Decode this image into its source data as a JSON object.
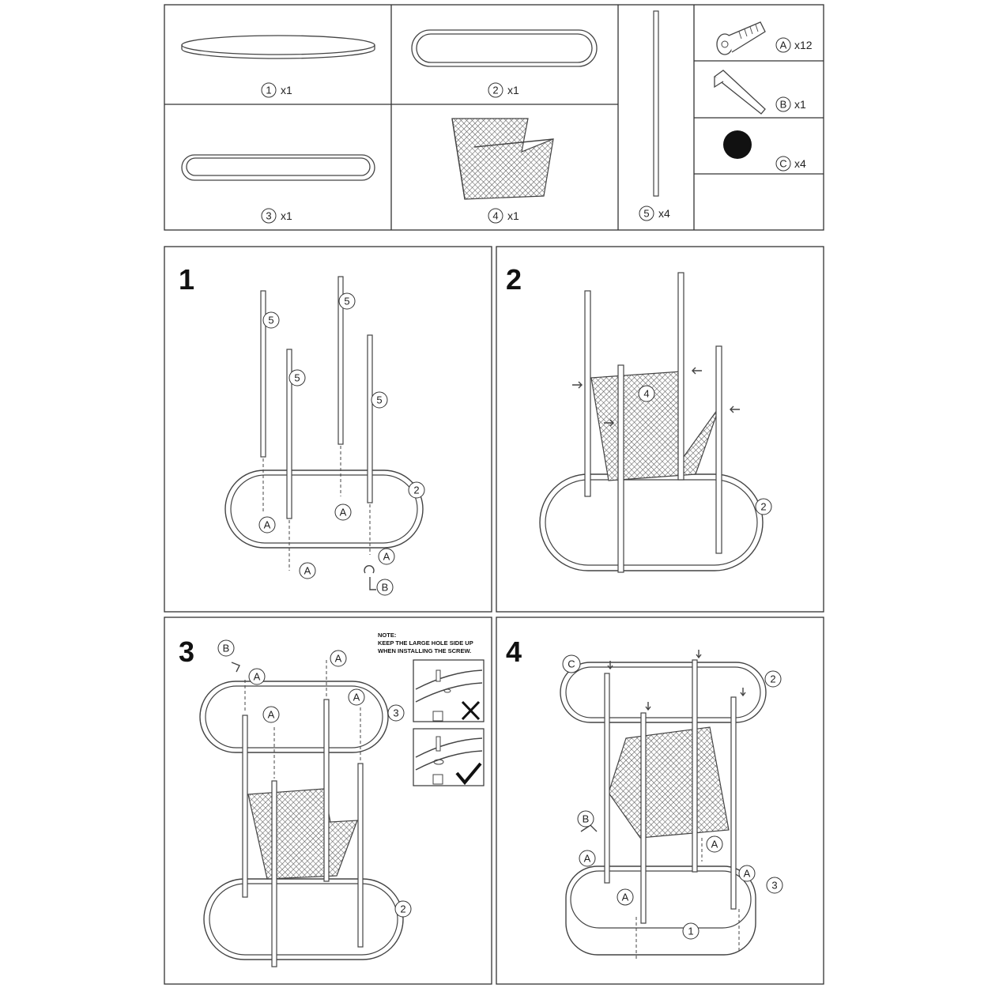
{
  "parts": [
    {
      "id": "1",
      "qty": "x1",
      "name": "tabletop-board"
    },
    {
      "id": "2",
      "qty": "x1",
      "name": "upper-oval-frame"
    },
    {
      "id": "3",
      "qty": "x1",
      "name": "lower-oval-frame"
    },
    {
      "id": "4",
      "qty": "x1",
      "name": "mesh-magazine-basket"
    },
    {
      "id": "5",
      "qty": "x4",
      "name": "leg-tube"
    }
  ],
  "hardware": [
    {
      "id": "A",
      "qty": "x12",
      "name": "screw"
    },
    {
      "id": "B",
      "qty": "x1",
      "name": "allen-key"
    },
    {
      "id": "C",
      "qty": "x4",
      "name": "cap"
    }
  ],
  "steps": [
    "1",
    "2",
    "3",
    "4"
  ],
  "note": {
    "line1": "NOTE:",
    "line2": "KEEP THE LARGE HOLE SIDE UP",
    "line3": "WHEN INSTALLING THE SCREW."
  },
  "step1_labels": [
    "5",
    "5",
    "5",
    "5",
    "2",
    "A",
    "A",
    "A",
    "A",
    "B"
  ],
  "step2_labels": [
    "4",
    "2"
  ],
  "step3_labels": [
    "B",
    "A",
    "A",
    "A",
    "A",
    "3",
    "2"
  ],
  "step4_labels": [
    "C",
    "2",
    "B",
    "A",
    "A",
    "A",
    "A",
    "3",
    "1"
  ]
}
